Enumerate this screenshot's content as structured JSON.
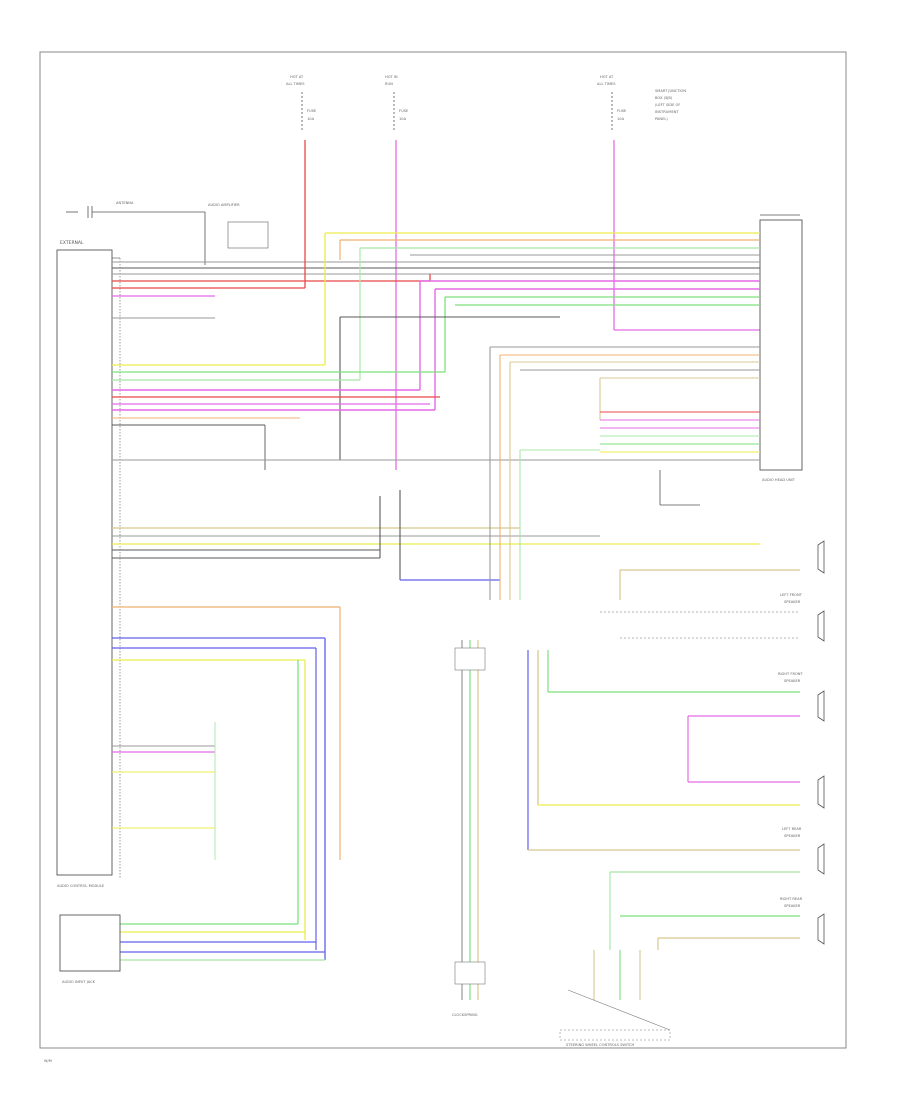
{
  "palette": {
    "frame": "#555555",
    "connector": "#666666",
    "yellow": "#ecec4c",
    "pink": "#e46ce6",
    "red": "#e84848",
    "green": "#7ee07e",
    "blue": "#6060ee",
    "orange": "#f0b070",
    "tan": "#d8c890",
    "gray": "#9a9a9a",
    "darkgray": "#5a5a5a",
    "lightgreen": "#a8e8a8"
  },
  "diagram": {
    "fuse_a_label_1": "HOT AT",
    "fuse_a_label_2": "ALL TIMES",
    "fuse_a_fuse": "FUSE",
    "fuse_a_fuse_2": "10A",
    "fuse_b_label_1": "HOT IN",
    "fuse_b_label_2": "RUN",
    "fuse_b_fuse": "FUSE",
    "fuse_b_fuse_2": "10A",
    "fuse_c_label_1": "HOT AT",
    "fuse_c_label_2": "ALL TIMES",
    "fuse_c_fuse": "FUSE",
    "fuse_c_fuse_2": "10A",
    "top_right_note": [
      "SMART JUNCTION",
      "BOX (SJB)",
      "(LEFT SIDE OF",
      "INSTRUMENT",
      "PANEL)"
    ],
    "antenna_label": "ANTENNA",
    "amp_block_label": "AUDIO AMPLIFIER",
    "left_module_title": "EXTERNAL",
    "left_module_caption": "AUDIO CONTROL MODULE",
    "right_module_caption": "AUDIO HEAD UNIT",
    "bottom_module_caption": "AUDIO INPUT JACK",
    "bottom_connector_caption": "CLOCKSPRING",
    "right_speaker_group_1": "LEFT FRONT",
    "right_speaker_group_2": "SPEAKER",
    "right_speaker_group_3": "RIGHT FRONT",
    "right_speaker_group_4": "SPEAKER",
    "right_speaker_group_5": "LEFT REAR",
    "right_speaker_group_6": "SPEAKER",
    "right_speaker_group_7": "RIGHT REAR",
    "right_speaker_group_8": "SPEAKER",
    "steering_switch_caption": "STEERING WHEEL CONTROLS SWITCH",
    "footer_code": "W/M"
  }
}
